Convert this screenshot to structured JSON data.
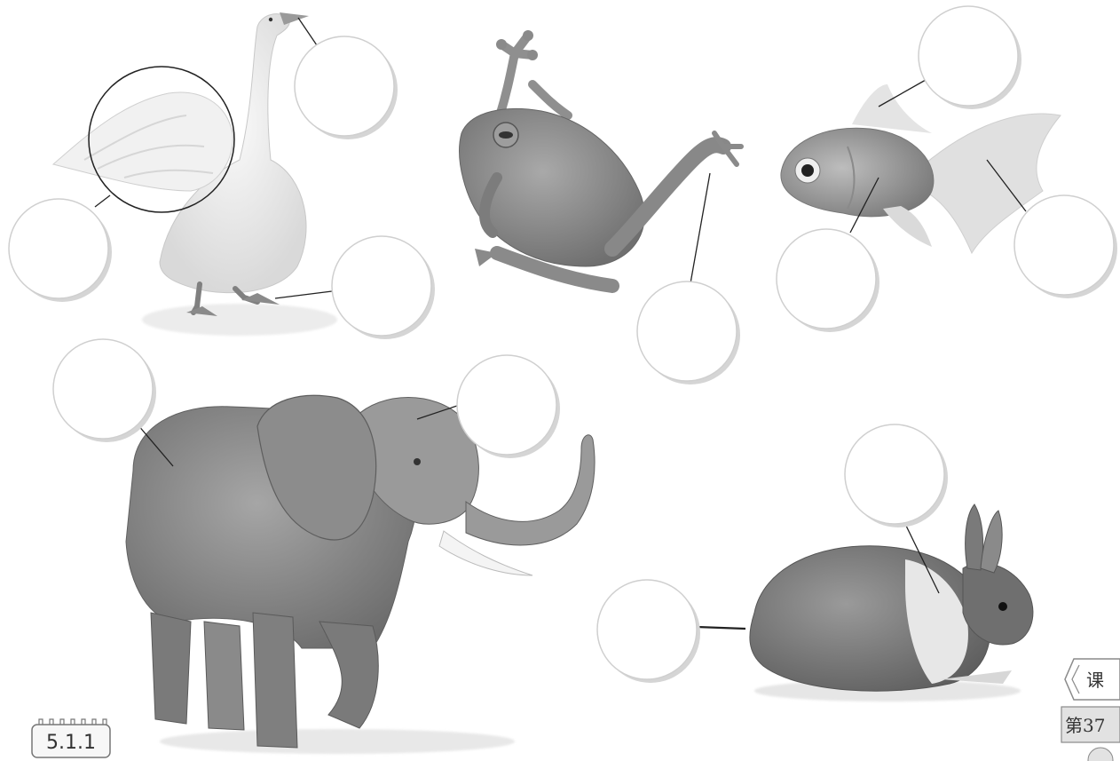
{
  "lesson": {
    "code": "5.1.1"
  },
  "side_tab": {
    "top_label": "课",
    "bottom_label": "第37"
  },
  "animals": [
    {
      "name": "goose-picture",
      "blanks": 3
    },
    {
      "name": "frog-picture",
      "blanks": 1
    },
    {
      "name": "goldfish-picture",
      "blanks": 3
    },
    {
      "name": "elephant-picture",
      "blanks": 2
    },
    {
      "name": "rabbit-picture",
      "blanks": 2
    }
  ],
  "colors": {
    "circle_fill": "#ffffff",
    "circle_stroke": "#cfcfcf",
    "shadow": "#d5d5d5",
    "leader": "#222222"
  }
}
